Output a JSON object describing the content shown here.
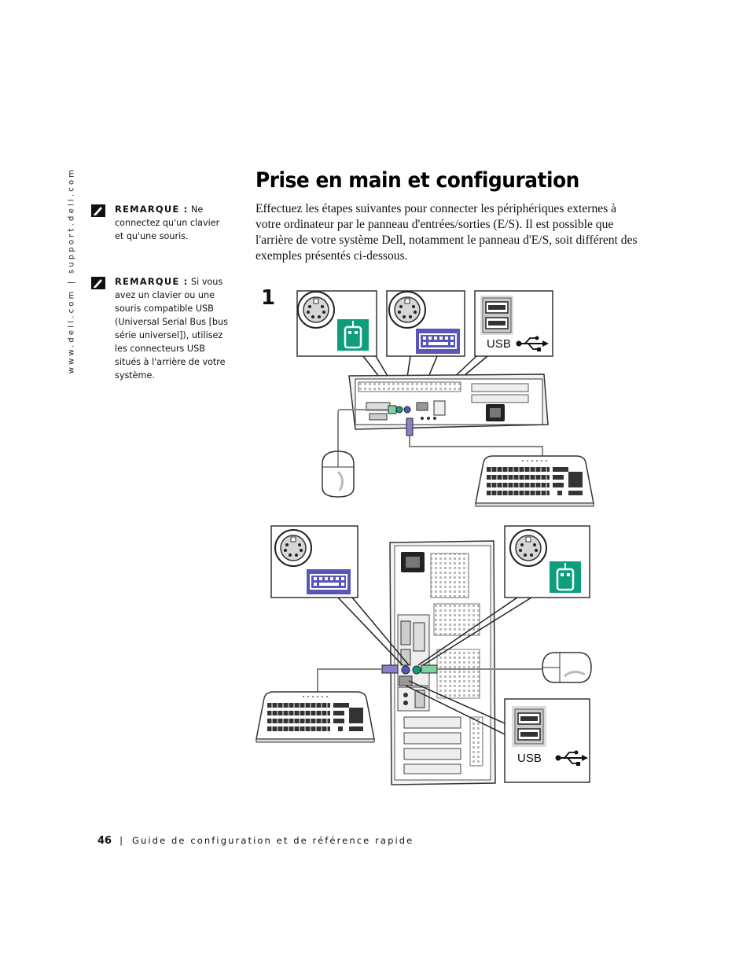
{
  "sidebar": {
    "url": "www.dell.com | support.dell.com"
  },
  "notes": [
    {
      "label": "REMARQUE :",
      "text": "Ne connectez qu'un clavier et qu'une souris."
    },
    {
      "label": "REMARQUE :",
      "text": "Si vous avez un clavier ou une souris compatible USB (Universal Serial Bus [bus série universel]), utilisez les connecteurs USB situés à l'arrière de votre système."
    }
  ],
  "main": {
    "title": "Prise en main et configuration",
    "intro": "Effectuez les étapes suivantes pour connecter les périphériques externes à votre ordinateur par le panneau d'entrées/sorties (E/S). Il est possible que l'arrière de votre système Dell, notamment le panneau d'E/S, soit différent des exemples présentés ci-dessous.",
    "step_number": "1"
  },
  "figure": {
    "usb_label_top": "USB",
    "usb_label_bottom": "USB",
    "colors": {
      "mouse_port": "#0e9e7e",
      "keyboard_port": "#5a55b8",
      "keyboard_plug": "#8a7fc8",
      "mouse_plug": "#7fd3a0"
    }
  },
  "footer": {
    "page_number": "46",
    "guide_title": "Guide de configuration et de référence rapide"
  }
}
